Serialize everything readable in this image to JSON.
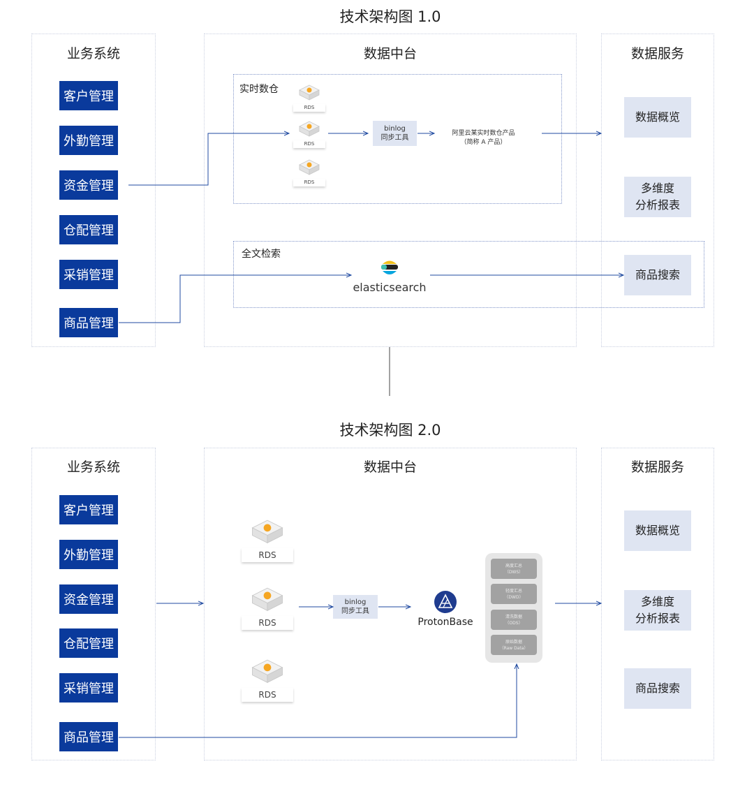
{
  "diagram1": {
    "title": "技术架构图 1.0",
    "biz_panel_title": "业务系统",
    "platform_panel_title": "数据中台",
    "service_panel_title": "数据服务",
    "biz_systems": [
      "客户管理",
      "外勤管理",
      "资金管理",
      "仓配管理",
      "采销管理",
      "商品管理"
    ],
    "realtime_label": "实时数仓",
    "rds_label": "RDS",
    "binlog_line1": "binlog",
    "binlog_line2": "同步工具",
    "product_line1": "阿里云某实时数仓产品",
    "product_line2": "（简称 A 产品）",
    "fulltext_label": "全文检索",
    "es_label": "elasticsearch",
    "services": [
      "数据概览",
      "多维度\n分析报表",
      "商品搜索"
    ]
  },
  "diagram2": {
    "title": "技术架构图 2.0",
    "biz_panel_title": "业务系统",
    "platform_panel_title": "数据中台",
    "service_panel_title": "数据服务",
    "biz_systems": [
      "客户管理",
      "外勤管理",
      "资金管理",
      "仓配管理",
      "采销管理",
      "商品管理"
    ],
    "rds_label": "RDS",
    "binlog_line1": "binlog",
    "binlog_line2": "同步工具",
    "protonbase_label": "ProtonBase",
    "layers": [
      {
        "line1": "高度汇总",
        "line2": "（DWS）"
      },
      {
        "line1": "轻度汇总",
        "line2": "（DWD）"
      },
      {
        "line1": "清洗数据",
        "line2": "（ODS）"
      },
      {
        "line1": "原始数据",
        "line2": "（Raw Data）"
      }
    ],
    "services": [
      "数据概览",
      "多维度\n分析报表",
      "商品搜索"
    ]
  },
  "colors": {
    "biz_blue": "#0a3a9c",
    "service_bg": "#dfe5f2",
    "arrow_blue": "#1f4aa0",
    "rds_orange": "#f5a623"
  }
}
